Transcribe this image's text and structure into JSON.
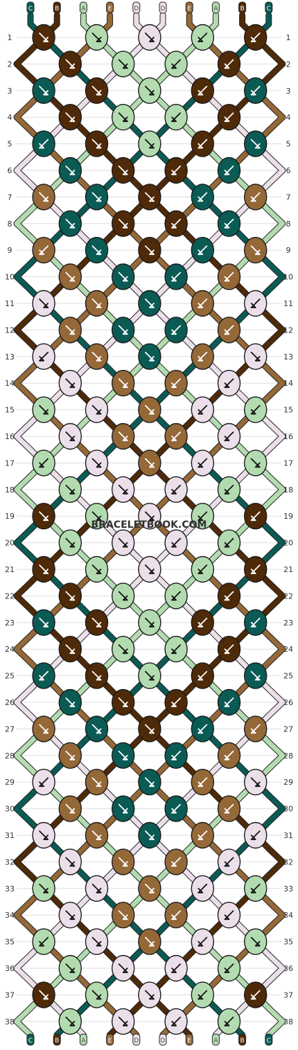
{
  "watermark": "BRACELETBOOK.COM",
  "colors": {
    "A": "#b3dbb0",
    "B": "#4f2a08",
    "C": "#0b5b55",
    "D": "#ebdfe9",
    "E": "#956838"
  },
  "strings_top": [
    "C",
    "B",
    "A",
    "E",
    "D",
    "D",
    "E",
    "A",
    "B",
    "C"
  ],
  "strings_bottom": [
    "C",
    "B",
    "A",
    "E",
    "D",
    "D",
    "E",
    "A",
    "B",
    "C"
  ],
  "row_numbers": [
    "1",
    "2",
    "3",
    "4",
    "5",
    "6",
    "7",
    "8",
    "9",
    "10",
    "11",
    "12",
    "13",
    "14",
    "15",
    "16",
    "17",
    "18",
    "19",
    "20",
    "21",
    "22",
    "23",
    "24",
    "25",
    "26",
    "27",
    "28",
    "29",
    "30",
    "31",
    "32",
    "33",
    "34",
    "35",
    "36",
    "37",
    "38"
  ],
  "rows": [
    [
      [
        "B",
        "br"
      ],
      [
        "A",
        "br"
      ],
      [
        "D",
        "br"
      ],
      [
        "A",
        "bl"
      ],
      [
        "B",
        "bl"
      ]
    ],
    [
      [
        "B",
        "br"
      ],
      [
        "A",
        "br"
      ],
      [
        "A",
        "bl"
      ],
      [
        "B",
        "bl"
      ]
    ],
    [
      [
        "C",
        "br"
      ],
      [
        "B",
        "br"
      ],
      [
        "A",
        "br"
      ],
      [
        "B",
        "bl"
      ],
      [
        "C",
        "bl"
      ]
    ],
    [
      [
        "B",
        "br"
      ],
      [
        "A",
        "br"
      ],
      [
        "A",
        "bl"
      ],
      [
        "B",
        "bl"
      ]
    ],
    [
      [
        "C",
        "bl"
      ],
      [
        "B",
        "br"
      ],
      [
        "A",
        "br"
      ],
      [
        "B",
        "bl"
      ],
      [
        "C",
        "br"
      ]
    ],
    [
      [
        "C",
        "br"
      ],
      [
        "B",
        "br"
      ],
      [
        "B",
        "bl"
      ],
      [
        "C",
        "bl"
      ]
    ],
    [
      [
        "E",
        "br"
      ],
      [
        "C",
        "br"
      ],
      [
        "B",
        "br"
      ],
      [
        "C",
        "bl"
      ],
      [
        "E",
        "bl"
      ]
    ],
    [
      [
        "C",
        "br"
      ],
      [
        "B",
        "br"
      ],
      [
        "B",
        "bl"
      ],
      [
        "C",
        "bl"
      ]
    ],
    [
      [
        "E",
        "bl"
      ],
      [
        "C",
        "br"
      ],
      [
        "B",
        "br"
      ],
      [
        "C",
        "bl"
      ],
      [
        "E",
        "br"
      ]
    ],
    [
      [
        "E",
        "br"
      ],
      [
        "C",
        "br"
      ],
      [
        "C",
        "bl"
      ],
      [
        "E",
        "bl"
      ]
    ],
    [
      [
        "D",
        "br"
      ],
      [
        "E",
        "br"
      ],
      [
        "C",
        "br"
      ],
      [
        "E",
        "bl"
      ],
      [
        "D",
        "bl"
      ]
    ],
    [
      [
        "E",
        "br"
      ],
      [
        "C",
        "br"
      ],
      [
        "C",
        "bl"
      ],
      [
        "E",
        "bl"
      ]
    ],
    [
      [
        "D",
        "bl"
      ],
      [
        "E",
        "br"
      ],
      [
        "C",
        "br"
      ],
      [
        "E",
        "bl"
      ],
      [
        "D",
        "br"
      ]
    ],
    [
      [
        "D",
        "br"
      ],
      [
        "E",
        "br"
      ],
      [
        "E",
        "bl"
      ],
      [
        "D",
        "bl"
      ]
    ],
    [
      [
        "A",
        "br"
      ],
      [
        "D",
        "br"
      ],
      [
        "E",
        "br"
      ],
      [
        "D",
        "bl"
      ],
      [
        "A",
        "bl"
      ]
    ],
    [
      [
        "D",
        "br"
      ],
      [
        "E",
        "br"
      ],
      [
        "E",
        "bl"
      ],
      [
        "D",
        "bl"
      ]
    ],
    [
      [
        "A",
        "bl"
      ],
      [
        "D",
        "br"
      ],
      [
        "E",
        "br"
      ],
      [
        "D",
        "bl"
      ],
      [
        "A",
        "br"
      ]
    ],
    [
      [
        "A",
        "br"
      ],
      [
        "D",
        "br"
      ],
      [
        "D",
        "bl"
      ],
      [
        "A",
        "bl"
      ]
    ],
    [
      [
        "B",
        "br"
      ],
      [
        "A",
        "br"
      ],
      [
        "D",
        "br"
      ],
      [
        "A",
        "bl"
      ],
      [
        "B",
        "bl"
      ]
    ],
    [
      [
        "A",
        "br"
      ],
      [
        "D",
        "br"
      ],
      [
        "D",
        "bl"
      ],
      [
        "A",
        "bl"
      ]
    ],
    [
      [
        "B",
        "br"
      ],
      [
        "A",
        "br"
      ],
      [
        "D",
        "br"
      ],
      [
        "A",
        "bl"
      ],
      [
        "B",
        "bl"
      ]
    ],
    [
      [
        "B",
        "br"
      ],
      [
        "A",
        "br"
      ],
      [
        "A",
        "bl"
      ],
      [
        "B",
        "bl"
      ]
    ],
    [
      [
        "C",
        "br"
      ],
      [
        "B",
        "br"
      ],
      [
        "A",
        "br"
      ],
      [
        "B",
        "bl"
      ],
      [
        "C",
        "bl"
      ]
    ],
    [
      [
        "B",
        "br"
      ],
      [
        "A",
        "br"
      ],
      [
        "A",
        "bl"
      ],
      [
        "B",
        "bl"
      ]
    ],
    [
      [
        "C",
        "bl"
      ],
      [
        "B",
        "br"
      ],
      [
        "A",
        "br"
      ],
      [
        "B",
        "bl"
      ],
      [
        "C",
        "br"
      ]
    ],
    [
      [
        "C",
        "br"
      ],
      [
        "B",
        "br"
      ],
      [
        "B",
        "bl"
      ],
      [
        "C",
        "bl"
      ]
    ],
    [
      [
        "E",
        "br"
      ],
      [
        "C",
        "br"
      ],
      [
        "B",
        "br"
      ],
      [
        "C",
        "bl"
      ],
      [
        "E",
        "bl"
      ]
    ],
    [
      [
        "E",
        "br"
      ],
      [
        "C",
        "br"
      ],
      [
        "C",
        "bl"
      ],
      [
        "E",
        "bl"
      ]
    ],
    [
      [
        "D",
        "bl"
      ],
      [
        "E",
        "br"
      ],
      [
        "C",
        "br"
      ],
      [
        "E",
        "bl"
      ],
      [
        "D",
        "br"
      ]
    ],
    [
      [
        "E",
        "br"
      ],
      [
        "C",
        "br"
      ],
      [
        "C",
        "bl"
      ],
      [
        "E",
        "bl"
      ]
    ],
    [
      [
        "D",
        "br"
      ],
      [
        "E",
        "br"
      ],
      [
        "C",
        "br"
      ],
      [
        "E",
        "bl"
      ],
      [
        "D",
        "bl"
      ]
    ],
    [
      [
        "D",
        "br"
      ],
      [
        "E",
        "br"
      ],
      [
        "E",
        "bl"
      ],
      [
        "D",
        "bl"
      ]
    ],
    [
      [
        "A",
        "br"
      ],
      [
        "D",
        "br"
      ],
      [
        "E",
        "br"
      ],
      [
        "D",
        "bl"
      ],
      [
        "A",
        "bl"
      ]
    ],
    [
      [
        "D",
        "br"
      ],
      [
        "E",
        "br"
      ],
      [
        "E",
        "bl"
      ],
      [
        "D",
        "bl"
      ]
    ],
    [
      [
        "A",
        "bl"
      ],
      [
        "D",
        "br"
      ],
      [
        "E",
        "br"
      ],
      [
        "D",
        "bl"
      ],
      [
        "A",
        "br"
      ]
    ],
    [
      [
        "A",
        "br"
      ],
      [
        "D",
        "br"
      ],
      [
        "D",
        "bl"
      ],
      [
        "A",
        "bl"
      ]
    ],
    [
      [
        "B",
        "br"
      ],
      [
        "A",
        "br"
      ],
      [
        "D",
        "br"
      ],
      [
        "A",
        "bl"
      ],
      [
        "B",
        "bl"
      ]
    ],
    [
      [
        "A",
        "br"
      ],
      [
        "D",
        "br"
      ],
      [
        "D",
        "bl"
      ],
      [
        "A",
        "bl"
      ]
    ]
  ]
}
